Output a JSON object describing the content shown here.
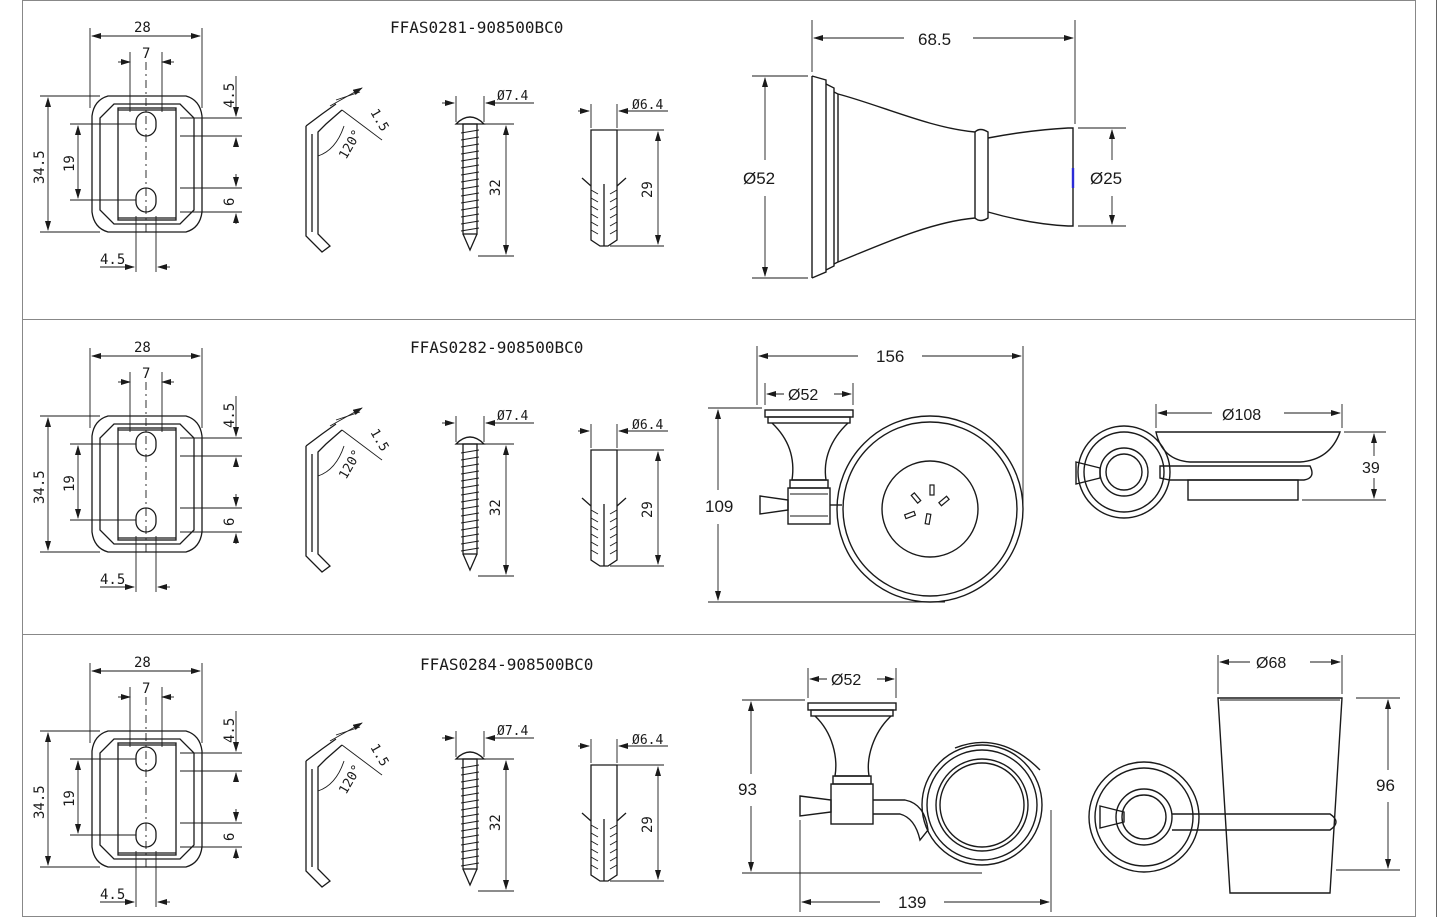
{
  "sections": [
    {
      "model": "FFAS0281-908500BC0",
      "bracket": {
        "w": "28",
        "slot": "7",
        "top": "4.5",
        "h": "34.5",
        "mid": "19",
        "gap": "6",
        "bot": "4.5"
      },
      "clip": {
        "angle": "120°",
        "t": "1.5"
      },
      "screw": {
        "dia": "Ø7.4",
        "len": "32"
      },
      "anchor": {
        "dia": "Ø6.4",
        "len": "29"
      },
      "product": {
        "d1": "68.5",
        "d2": "Ø52",
        "d3": "Ø25"
      }
    },
    {
      "model": "FFAS0282-908500BC0",
      "bracket": {
        "w": "28",
        "slot": "7",
        "top": "4.5",
        "h": "34.5",
        "mid": "19",
        "gap": "6",
        "bot": "4.5"
      },
      "clip": {
        "angle": "120°",
        "t": "1.5"
      },
      "screw": {
        "dia": "Ø7.4",
        "len": "32"
      },
      "anchor": {
        "dia": "Ø6.4",
        "len": "29"
      },
      "product": {
        "d1": "156",
        "d2": "Ø52",
        "d3": "109",
        "d4": "Ø108",
        "d5": "39"
      }
    },
    {
      "model": "FFAS0284-908500BC0",
      "bracket": {
        "w": "28",
        "slot": "7",
        "top": "4.5",
        "h": "34.5",
        "mid": "19",
        "gap": "6",
        "bot": "4.5"
      },
      "clip": {
        "angle": "120°",
        "t": "1.5"
      },
      "screw": {
        "dia": "Ø7.4",
        "len": "32"
      },
      "anchor": {
        "dia": "Ø6.4",
        "len": "29"
      },
      "product": {
        "d1": "Ø52",
        "d2": "93",
        "d3": "139",
        "d4": "Ø68",
        "d5": "96"
      }
    }
  ],
  "colors": {
    "line": "#1a1a1a",
    "frame": "#888888",
    "accent": "#2b2bd6"
  }
}
